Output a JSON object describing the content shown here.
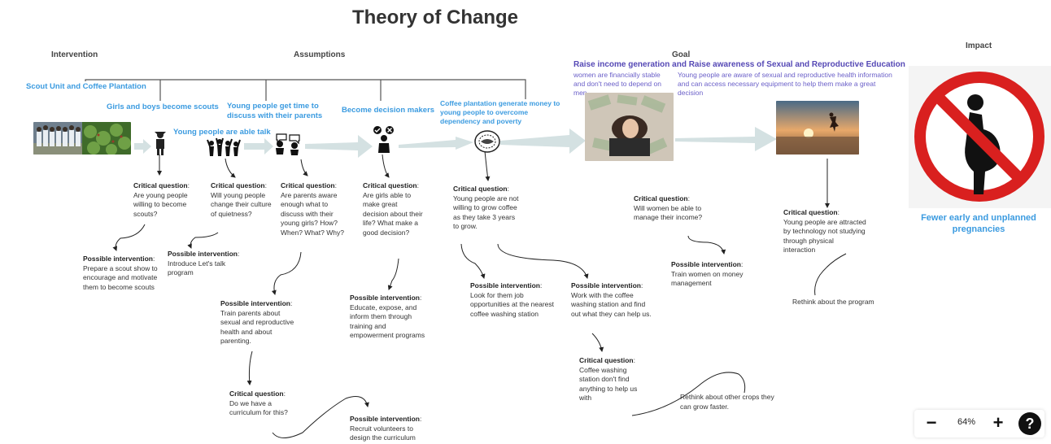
{
  "title": "Theory of Change",
  "columns": {
    "intervention": "Intervention",
    "assumptions": "Assumptions",
    "goal": "Goal",
    "impact": "Impact"
  },
  "steps": {
    "s1": "Scout Unit and Coffee Plantation",
    "s2": "Girls and boys become scouts",
    "s3": "Young people are able talk",
    "s4": "Young people get time to discuss with their parents",
    "s5": "Become decision makers",
    "s6": "Coffee plantation generate money to young people to overcome dependency and poverty"
  },
  "goal": {
    "heading": "Raise income generation and Raise awareness of Sexual and Reproductive Education",
    "left_text": "women are financially stable and don't need to depend on men",
    "right_text": "Young people are aware of sexual and reproductive health information and can access necessary equipment to help them make a great decision"
  },
  "impact_text": "Fewer early and unplanned pregnancies",
  "labels": {
    "critical": "Critical question",
    "possible": "Possible intervention"
  },
  "cq": {
    "q1": "Are young people willing to become scouts?",
    "q2": "Will young people change their culture of quietness?",
    "q3": "Are parents aware enough what to discuss with their young girls? How? When? What? Why?",
    "q4": "Are girls able to make great decision about their life? What make a good decision?",
    "q5": "Young people are not willing to grow coffee as they take 3 years to grow.",
    "q6": "Will women be able to manage their income?",
    "q7": "Young people are attracted by technology not studying through physical interaction",
    "q8": "Do we have a curriculum for this?",
    "q9": "Coffee washing station don't find anything to help us with"
  },
  "pi": {
    "p1": "Prepare a scout show to encourage and motivate them to become scouts",
    "p2": "Introduce Let's talk program",
    "p3": "Train parents about sexual and reproductive health and about parenting.",
    "p4": "Educate, expose, and inform them through training and empowerment programs",
    "p5": "Look for them job opportunities at the nearest coffee washing station",
    "p6": "Work with the coffee washing station and find out what they can help us.",
    "p7": "Train women on money management",
    "p8": "Recruit volunteers to design the curriculum"
  },
  "free_notes": {
    "rethink_program": "Rethink about the program",
    "rethink_crops": "Rethink about other crops they can grow faster."
  },
  "zoom": {
    "minus": "−",
    "value": "64%",
    "plus": "+",
    "help": "?"
  },
  "colors": {
    "accent_blue": "#3b9be0",
    "goal_purple": "#5548b5",
    "arrow": "#d4e1e2",
    "no_sign_red": "#d9201f"
  }
}
